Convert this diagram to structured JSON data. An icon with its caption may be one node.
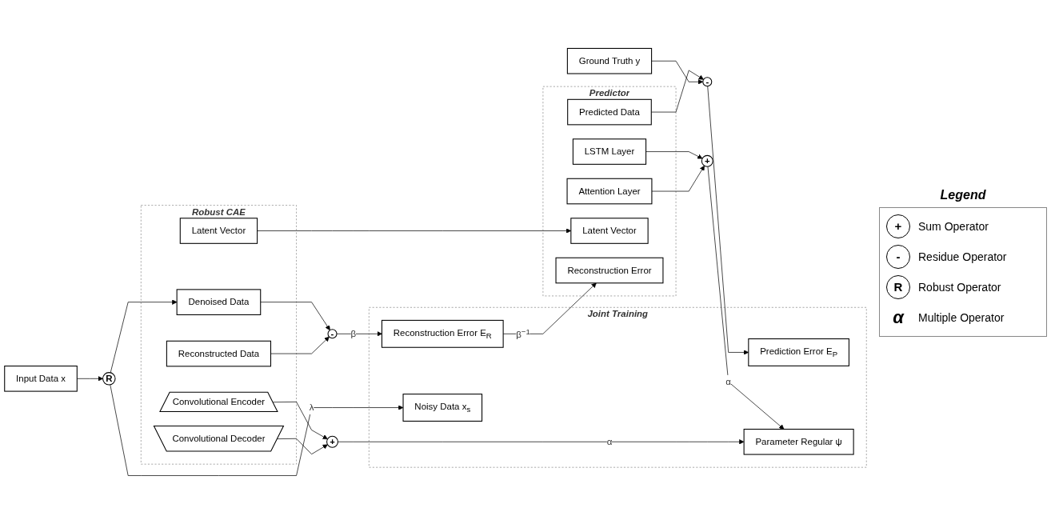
{
  "diagram": {
    "nodes": [
      {
        "text": [
          "Ground Truth y"
        ]
      },
      {
        "text": [
          "-"
        ]
      },
      {
        "text": [
          "Robust CAE"
        ]
      },
      {
        "text": [
          "Reconstructed Data"
        ],
        "in": 2
      },
      {
        "text": [
          "Convolutional Decoder"
        ],
        "in": 2
      },
      {
        "text": [
          "Latent Vector"
        ],
        "in": 2
      },
      {
        "text": [
          "Convolutional Encoder"
        ],
        "in": 2
      },
      {
        "text": [
          "Denoised Data"
        ],
        "in": 2
      },
      {
        "text": [
          "+"
        ]
      },
      {
        "text": [
          "-"
        ]
      },
      {
        "text": [
          "Joint Training"
        ]
      },
      {
        "text": [
          "Prediction Error E$_{P}$"
        ],
        "in": 10
      },
      {
        "text": [
          "Parameter Regular ψ"
        ],
        "in": 10
      },
      {
        "text": [
          "Reconstruction Error E$_{R}$"
        ],
        "in": 10
      },
      {
        "text": [
          "Noisy Data x$_{s}$"
        ],
        "in": 10
      },
      {
        "text": [
          "+"
        ]
      },
      {
        "text": [
          "Predictor"
        ]
      },
      {
        "text": [
          "Predicted Data"
        ],
        "in": 16
      },
      {
        "text": [
          "Attention Layer"
        ],
        "in": 16
      },
      {
        "text": [
          "LSTM Layer"
        ],
        "in": 16
      },
      {
        "text": [
          "Reconstruction Error"
        ],
        "in": 16
      },
      {
        "text": [
          "Latent Vector"
        ],
        "in": 16
      },
      {
        "text": [
          "R"
        ]
      },
      {
        "text": [
          "Input Data x"
        ]
      }
    ],
    "edges": [
      {
        "from": 0,
        "to": 1,
        "arrow": "to"
      },
      {
        "from": 17,
        "to": 1,
        "arrow": "to"
      },
      {
        "from": 1,
        "to": 11,
        "arrow": "to"
      },
      {
        "from": 4,
        "to": 8,
        "arrow": "to"
      },
      {
        "from": 6,
        "to": 8,
        "arrow": "to"
      },
      {
        "from": 3,
        "to": 9,
        "arrow": "to"
      },
      {
        "from": 7,
        "to": 9,
        "arrow": "to"
      },
      {
        "from": 8,
        "to": 12,
        "arrow": "to",
        "label": "α"
      },
      {
        "from": 9,
        "to": 13,
        "arrow": "to",
        "label": "β"
      },
      {
        "from": 18,
        "to": 15,
        "arrow": "to"
      },
      {
        "from": 19,
        "to": 15,
        "arrow": "to"
      },
      {
        "from": 15,
        "to": 12,
        "arrow": "to",
        "label": "α"
      },
      {
        "from": 13,
        "to": 20,
        "arrow": "to",
        "label": "β$^{−1}$"
      },
      {
        "from": 23,
        "to": 22,
        "arrow": "to"
      },
      {
        "from": 22,
        "to": 14,
        "arrow": "to",
        "label": "λ"
      },
      {
        "from": 22,
        "to": 7,
        "arrow": "to"
      },
      {
        "from": 5,
        "to": 21,
        "arrow": "to"
      }
    ],
    "labels": [
      "Legend",
      "+",
      "-",
      "R",
      "α"
    ],
    "legend": [
      {
        "text": "Sum Operator"
      },
      {
        "text": "Residue Operator"
      },
      {
        "text": "Robust Operator"
      },
      {
        "text": "Multiple Operator"
      }
    ]
  }
}
